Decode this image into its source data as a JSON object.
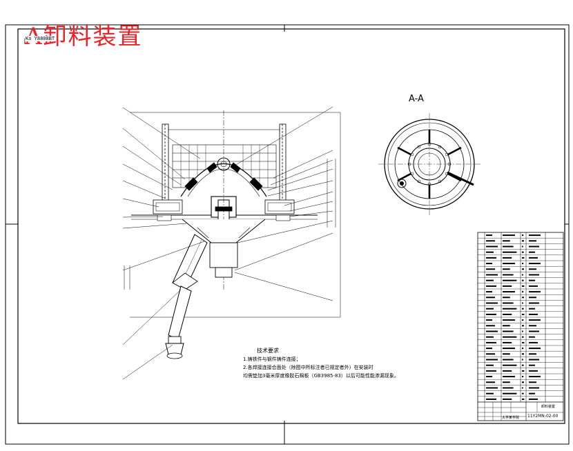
{
  "drawing": {
    "overlay_title": "A卸料装置",
    "small_caption": "Ko Y8808BT",
    "section_label": "A-A"
  },
  "tech_requirements": {
    "heading": "技术要求",
    "line1": "1.铸铁件与钢件铸件连接；",
    "line2": "2.各焊接连接合面处（除图中所标注者已规定者外）在安装时",
    "line3": "均需垫加3毫米厚度橡胶石棉板（GB3985-83）以后可能性能渗漏现象。"
  },
  "title_block": {
    "name": "卸料装置",
    "code": "11Y2MN-02-00",
    "school": "大学某学院"
  },
  "colors": {
    "line": "#000000",
    "title_red": "#e8232a",
    "background": "#ffffff"
  }
}
